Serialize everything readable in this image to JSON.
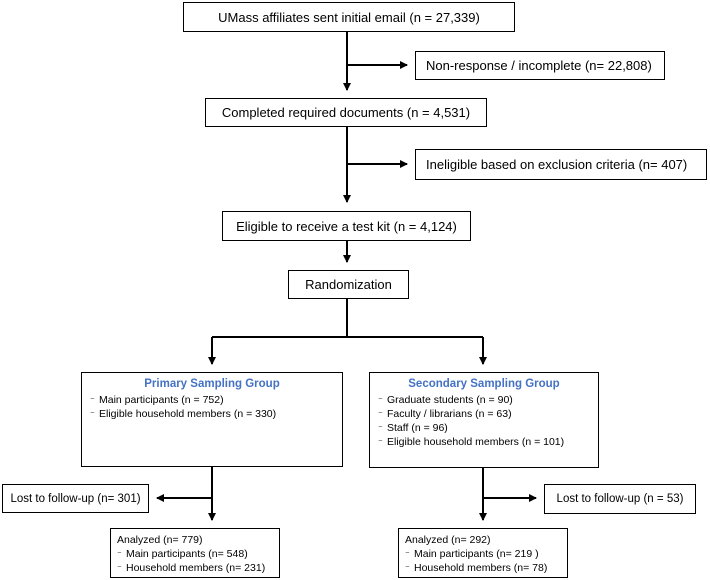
{
  "flow": {
    "initial_email": "UMass affiliates sent initial email (n = 27,339)",
    "non_response": "Non-response / incomplete (n= 22,808)",
    "completed_docs": "Completed required documents (n = 4,531)",
    "ineligible": "Ineligible based on exclusion criteria (n= 407)",
    "eligible": "Eligible to receive a test kit (n = 4,124)",
    "randomization": "Randomization"
  },
  "primary": {
    "title": "Primary Sampling Group",
    "items": [
      "Main participants (n = 752)",
      "Eligible household members (n = 330)"
    ],
    "lost": "Lost to follow-up (n= 301)",
    "analyzed": "Analyzed (n= 779)",
    "analyzed_items": [
      "Main participants (n= 548)",
      "Household members (n= 231)"
    ]
  },
  "secondary": {
    "title": "Secondary Sampling Group",
    "items": [
      "Graduate students (n = 90)",
      "Faculty / librarians (n = 63)",
      "Staff (n = 96)",
      "Eligible household members (n = 101)"
    ],
    "lost": "Lost to follow-up (n = 53)",
    "analyzed": "Analyzed (n= 292)",
    "analyzed_items": [
      "Main participants (n= 219 )",
      "Household members (n= 78)"
    ]
  }
}
